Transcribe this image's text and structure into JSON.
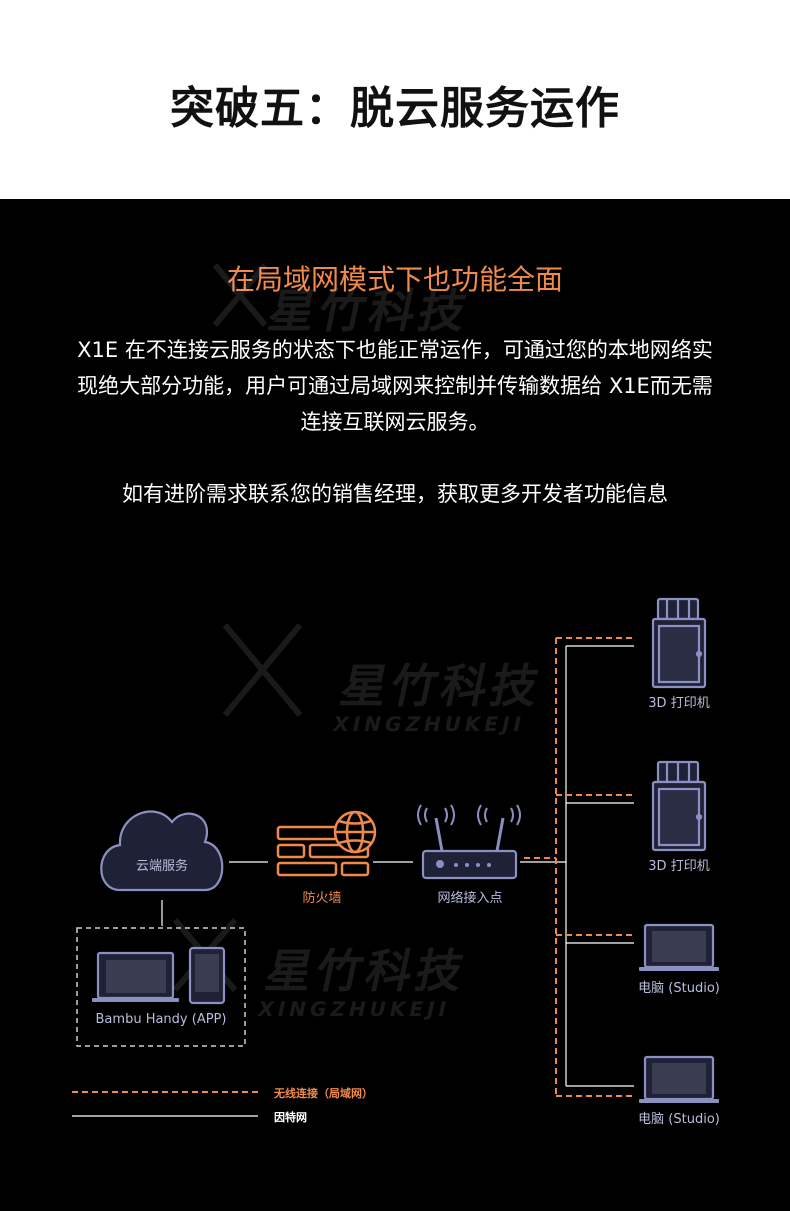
{
  "header": {
    "title": "突破五：脱云服务运作"
  },
  "section": {
    "subtitle": "在局域网模式下也功能全面",
    "body_lines": [
      "X1E 在不连接云服务的状态下也能正常运作，可通过您的本地网络实",
      "现绝大部分功能，用户可通过局域网来控制并传输数据给 X1E而无需",
      "连接互联网云服务。"
    ],
    "note": "如有进阶需求联系您的销售经理，获取更多开发者功能信息"
  },
  "watermark": {
    "cn": "星竹科技",
    "en": "XINGZHUKEJI"
  },
  "diagram": {
    "cloud_label": "云端服务",
    "firewall_label": "防火墙",
    "router_label": "网络接入点",
    "app_label": "Bambu Handy (APP)",
    "devices": [
      {
        "label": "3D 打印机",
        "icon": "printer-icon"
      },
      {
        "label": "3D 打印机",
        "icon": "printer-icon"
      },
      {
        "label": "电脑 (Studio)",
        "icon": "laptop-icon"
      },
      {
        "label": "电脑 (Studio)",
        "icon": "laptop-icon"
      }
    ],
    "legend": {
      "wireless": "无线连接（局域网）",
      "internet": "因特网"
    }
  },
  "colors": {
    "accent": "#f08a4b",
    "icon_stroke": "#8c90c0",
    "background": "#000000"
  }
}
